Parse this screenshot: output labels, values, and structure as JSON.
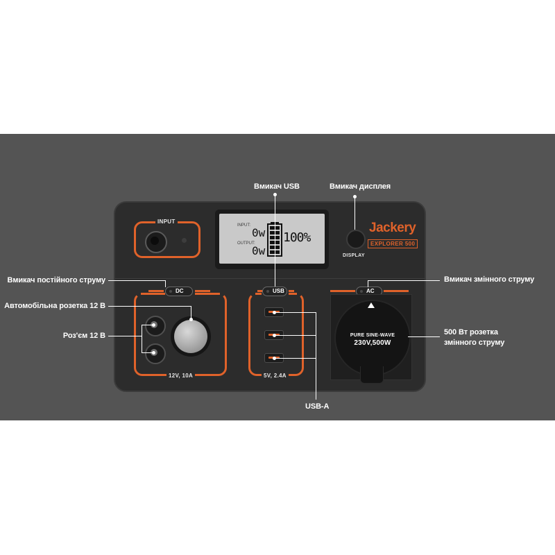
{
  "annotations": {
    "usb_switch": "Вмикач USB",
    "display_switch": "Вмикач дисплея",
    "dc_switch": "Вмикач постійного струму",
    "car_socket": "Автомобільна розетка 12 В",
    "dc_port": "Роз'єм 12 В",
    "ac_switch": "Вмикач змінного струму",
    "ac_outlet": "500 Вт розетка змінного струму",
    "usb_a": "USB-A"
  },
  "device": {
    "input_label": "INPUT",
    "display_label": "DISPLAY",
    "brand": "Jackery",
    "model": "EXPLORER 500",
    "lcd": {
      "input_label": "INPUT:",
      "input_value": "0w",
      "output_label": "OUTPUT:",
      "output_value": "0w",
      "battery_percent": "100%",
      "battery_level": 1.0
    },
    "dc_switch_label": "DC",
    "usb_switch_label": "USB",
    "ac_switch_label": "AC",
    "dc_rating": "12V, 10A",
    "usb_rating": "5V, 2.4A",
    "ac_text_line1": "PURE SINE-WAVE",
    "ac_text_line2": "230V,500W"
  },
  "colors": {
    "accent": "#e0622a",
    "background": "#545454",
    "device": "#2c2c2c",
    "annotation_text": "#ffffff"
  }
}
